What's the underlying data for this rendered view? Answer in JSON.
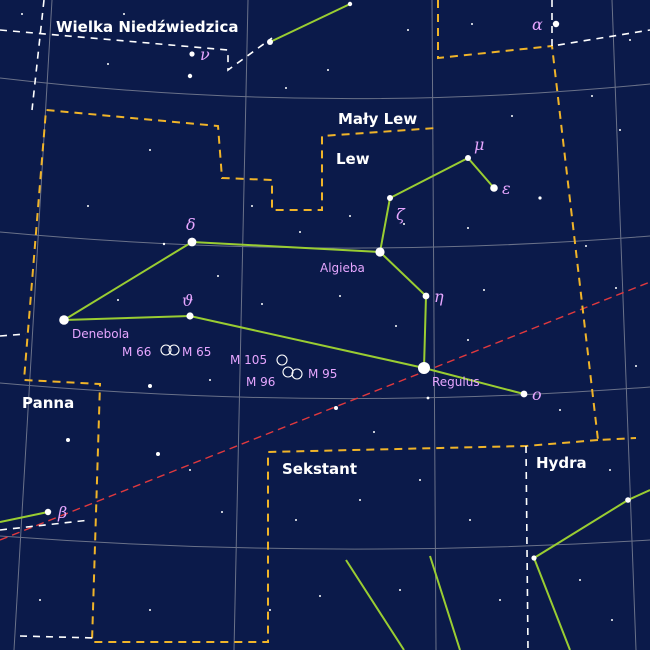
{
  "colors": {
    "background": "#0b1a4a",
    "grid": "#8a8f9e",
    "constellation_line": "#9acd32",
    "boundary_main": "#f0b429",
    "boundary_other": "#ffffff",
    "ecliptic": "#e0393e",
    "label": "#e6a6ff",
    "star": "#ffffff"
  },
  "constellations": {
    "wielka": "Wielka Niedźwiedzica",
    "maly_lew": "Mały Lew",
    "lew": "Lew",
    "panna": "Panna",
    "sekstant": "Sekstant",
    "hydra": "Hydra"
  },
  "greek": {
    "alpha": "α",
    "nu": "ν",
    "mu": "μ",
    "epsilon": "ε",
    "zeta": "ζ",
    "delta": "δ",
    "eta": "η",
    "theta": "ϑ",
    "omicron": "ο",
    "beta": "β"
  },
  "stars": {
    "algieba": "Algieba",
    "denebola": "Denebola",
    "regulus": "Regulus"
  },
  "objects": {
    "m66": "M 66",
    "m65": "M 65",
    "m105": "M 105",
    "m96": "M 96",
    "m95": "M 95"
  }
}
